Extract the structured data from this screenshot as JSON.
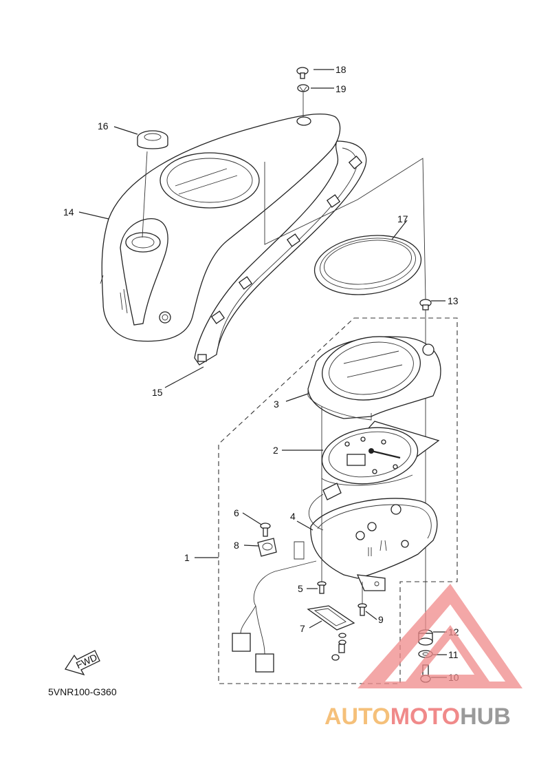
{
  "diagram": {
    "code": "5VNR100-G360",
    "fwd_label": "FWD",
    "callouts": [
      {
        "id": "c1",
        "label": "1"
      },
      {
        "id": "c2",
        "label": "2"
      },
      {
        "id": "c3",
        "label": "3"
      },
      {
        "id": "c4",
        "label": "4"
      },
      {
        "id": "c5",
        "label": "5"
      },
      {
        "id": "c6",
        "label": "6"
      },
      {
        "id": "c7",
        "label": "7"
      },
      {
        "id": "c8",
        "label": "8"
      },
      {
        "id": "c9",
        "label": "9"
      },
      {
        "id": "c10",
        "label": "10"
      },
      {
        "id": "c11",
        "label": "11"
      },
      {
        "id": "c12",
        "label": "12"
      },
      {
        "id": "c13",
        "label": "13"
      },
      {
        "id": "c14",
        "label": "14"
      },
      {
        "id": "c15",
        "label": "15"
      },
      {
        "id": "c16",
        "label": "16"
      },
      {
        "id": "c17",
        "label": "17"
      },
      {
        "id": "c18",
        "label": "18"
      },
      {
        "id": "c19",
        "label": "19"
      }
    ]
  },
  "watermark": {
    "text_part1": "AUTO",
    "text_part2": "MOTO",
    "text_part3": "HUB",
    "colors": {
      "orange": "#f5c07a",
      "red": "#f08a8a",
      "gray": "#9a9a9a"
    }
  }
}
